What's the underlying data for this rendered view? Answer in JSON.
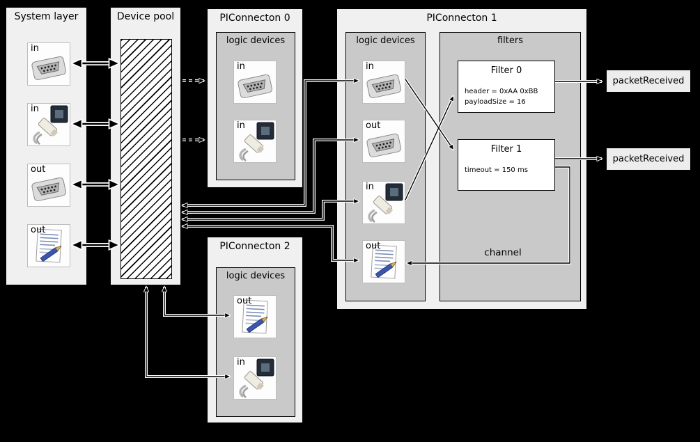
{
  "diagram": {
    "system_layer": {
      "title": "System layer",
      "devices": [
        {
          "label": "in",
          "icon": "serial-port"
        },
        {
          "label": "in",
          "icon": "ethernet"
        },
        {
          "label": "out",
          "icon": "serial-port"
        },
        {
          "label": "out",
          "icon": "script"
        }
      ]
    },
    "device_pool": {
      "title": "Device pool"
    },
    "piconnecton_0": {
      "title": "PIConnecton 0",
      "group_title": "logic devices",
      "devices": [
        {
          "label": "in",
          "icon": "serial-port"
        },
        {
          "label": "in",
          "icon": "ethernet"
        }
      ]
    },
    "piconnecton_1": {
      "title": "PIConnecton 1",
      "logic_devices": {
        "title": "logic devices",
        "devices": [
          {
            "label": "in",
            "icon": "serial-port"
          },
          {
            "label": "out",
            "icon": "serial-port"
          },
          {
            "label": "in",
            "icon": "ethernet"
          },
          {
            "label": "out",
            "icon": "script"
          }
        ]
      },
      "filters": {
        "title": "filters",
        "filter_0": {
          "title": "Filter 0",
          "params": [
            "header = 0xAA 0xBB",
            "payloadSize = 16"
          ]
        },
        "filter_1": {
          "title": "Filter 1",
          "params": [
            "timeout = 150 ms"
          ]
        },
        "channel_label": "channel"
      }
    },
    "piconnecton_2": {
      "title": "PIConnecton 2",
      "group_title": "logic devices",
      "devices": [
        {
          "label": "out",
          "icon": "script"
        },
        {
          "label": "in",
          "icon": "ethernet"
        }
      ]
    },
    "outputs": [
      {
        "label": "packetReceived"
      },
      {
        "label": "packetReceived"
      }
    ],
    "colors": {
      "canvas_bg": "#000000",
      "box_bg": "#f0f0f0",
      "inner_box_bg": "#c9c9c9",
      "filter_bg": "#ffffff",
      "output_bg": "#ededed",
      "wire": "#000000",
      "wire_halo": "#ffffff"
    }
  }
}
